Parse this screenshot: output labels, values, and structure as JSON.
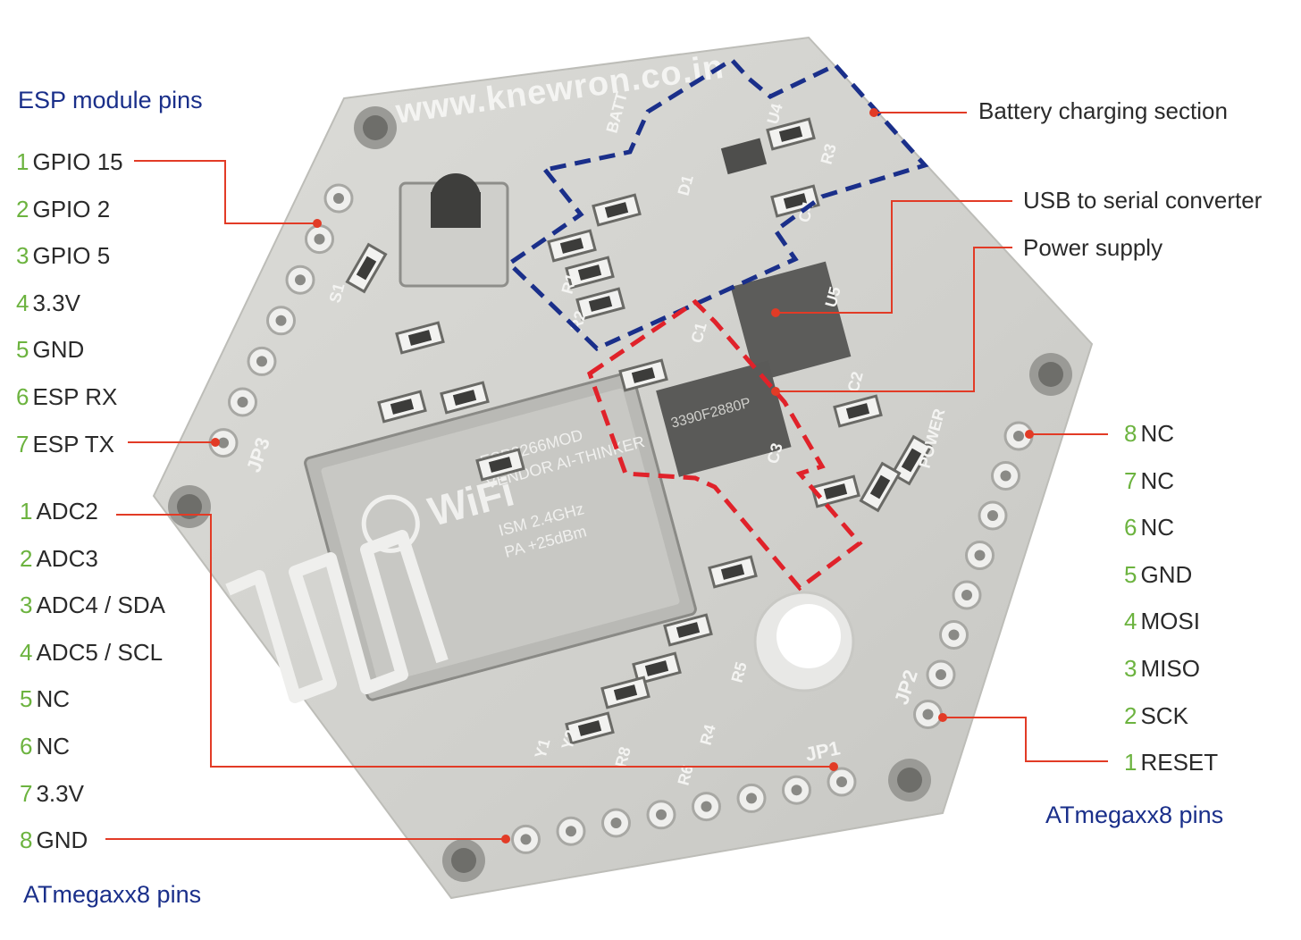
{
  "colors": {
    "section_title": "#1a2f8a",
    "pin_number": "#6cb33f",
    "leader_line": "#e23b26",
    "battery_outline": "#1a2f8a",
    "power_outline": "#e0222a",
    "board": "#d4d4d0"
  },
  "board": {
    "silkscreen_url": "www.knewron.co.in",
    "wifi_logo": "WiFi",
    "module_lines": [
      "ESP8266MOD",
      "VENDOR AI-THINKER",
      "ISM 2.4GHz",
      "PA +25dBm"
    ],
    "regulator_text": "3390F2880P",
    "header_labels": {
      "jp1": "JP1",
      "jp2": "JP2",
      "jp3": "JP3"
    },
    "silk_labels": [
      "U4",
      "R3",
      "C4",
      "D1",
      "R1",
      "R2",
      "R4",
      "R5",
      "R6",
      "R8",
      "C1",
      "C2",
      "C3",
      "Y1",
      "Y2",
      "S1",
      "BATT",
      "POWER",
      "U5"
    ]
  },
  "sections": {
    "esp_title": "ESP module pins",
    "atmega_left_title": "ATmegaxx8 pins",
    "atmega_right_title": "ATmegaxx8 pins"
  },
  "esp_pins": [
    {
      "num": "1",
      "label": "GPIO 15"
    },
    {
      "num": "2",
      "label": "GPIO 2"
    },
    {
      "num": "3",
      "label": "GPIO 5"
    },
    {
      "num": "4",
      "label": "3.3V"
    },
    {
      "num": "5",
      "label": "GND"
    },
    {
      "num": "6",
      "label": "ESP RX"
    },
    {
      "num": "7",
      "label": "ESP TX"
    }
  ],
  "atmega_left_pins": [
    {
      "num": "1",
      "label": "ADC2"
    },
    {
      "num": "2",
      "label": "ADC3"
    },
    {
      "num": "3",
      "label": "ADC4 / SDA"
    },
    {
      "num": "4",
      "label": "ADC5 / SCL"
    },
    {
      "num": "5",
      "label": "NC"
    },
    {
      "num": "6",
      "label": "NC"
    },
    {
      "num": "7",
      "label": "3.3V"
    },
    {
      "num": "8",
      "label": "GND"
    }
  ],
  "atmega_right_pins": [
    {
      "num": "8",
      "label": "NC"
    },
    {
      "num": "7",
      "label": "NC"
    },
    {
      "num": "6",
      "label": "NC"
    },
    {
      "num": "5",
      "label": "GND"
    },
    {
      "num": "4",
      "label": "MOSI"
    },
    {
      "num": "3",
      "label": "MISO"
    },
    {
      "num": "2",
      "label": "SCK"
    },
    {
      "num": "1",
      "label": "RESET"
    }
  ],
  "callouts": {
    "battery": "Battery charging section",
    "usb": "USB to serial converter",
    "power": "Power supply"
  }
}
